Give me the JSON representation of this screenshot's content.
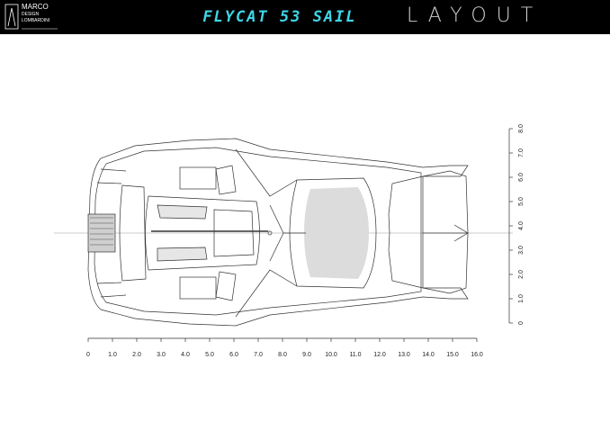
{
  "header": {
    "logo_lines": [
      "MARCO",
      "DESIGN",
      "LOMBARDINI"
    ],
    "model_title": "FLYCAT 53 SAIL",
    "section_title": "LAYOUT"
  },
  "scale": {
    "horizontal": {
      "labels": [
        "0",
        "1.0",
        "2.0",
        "3.0",
        "4.0",
        "5.0",
        "6.0",
        "7.0",
        "8.0",
        "9.0",
        "10.0",
        "11.0",
        "12.0",
        "13.0",
        "14.0",
        "15.0",
        "16.0"
      ]
    },
    "vertical": {
      "labels": [
        "0",
        "1.0",
        "2.0",
        "3.0",
        "4.0",
        "5.0",
        "6.0",
        "7.0",
        "8.0"
      ]
    }
  },
  "colors": {
    "header_bg": "#000000",
    "model_title": "#3fd6e8",
    "section_title": "#cfcfcf",
    "line": "#333333",
    "deck_shade": "#bcbcbc"
  }
}
